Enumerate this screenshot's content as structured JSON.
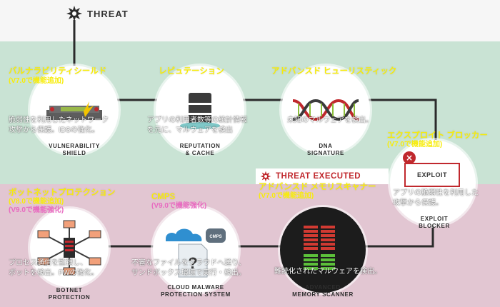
{
  "header": {
    "threat_label": "THREAT"
  },
  "banner": {
    "threat_executed": "THREAT EXECUTED"
  },
  "nodes": {
    "vulnerability_shield": {
      "title": "バルナラビリティシールド",
      "version": "(V7.0で機能追加)",
      "desc_lines": [
        "脆弱性を利用したネットワーク",
        "攻撃から保護。IDSの強化。"
      ],
      "icon_label_lines": [
        "VULNERABILITY",
        "SHIELD"
      ]
    },
    "reputation": {
      "title": "レピュテーション",
      "desc_lines": [
        "アプリの利用者数等の統計情報",
        "を元に、マルウェアを検出"
      ],
      "icon_label_lines": [
        "REPUTATION",
        "& CACHE"
      ]
    },
    "dna": {
      "title": "アドバンスド ヒューリスティック",
      "desc_lines": [
        "未知のマルウェアを検出。"
      ],
      "icon_label_lines": [
        "DNA",
        "SIGNATURE"
      ]
    },
    "exploit_blocker": {
      "title": "エクスプロイト ブロッカー",
      "version": "(V7.0で機能追加)",
      "desc_lines": [
        "アプリの脆弱性を利用した",
        "攻撃から保護。"
      ],
      "icon_label_lines": [
        "EXPLOIT",
        "BLOCKER"
      ],
      "box_label": "EXPLOIT"
    },
    "botnet": {
      "title": "ボットネットプロテクション",
      "version": "(V8.0で機能追加)",
      "version2": "(V9.0で機能強化)",
      "desc_lines": [
        "プロセス通信を監視し、",
        "ボットを検出。FWの強化。"
      ],
      "icon_label_lines": [
        "BOTNET",
        "PROTECTION"
      ]
    },
    "cmps": {
      "title": "CMPS",
      "version": "(V9.0で機能強化)",
      "desc_lines": [
        "不審なファイルをクラウドへ送り、",
        "サンドボックス環境で実行・検出。"
      ],
      "icon_label_lines": [
        "CLOUD MALWARE",
        "PROTECTION SYSTEM"
      ],
      "cloud_label": "CMPS"
    },
    "memory_scanner": {
      "title": "アドバンスド メモリスキャナー",
      "version": "(V7.0で機能追加)",
      "desc_lines": [
        "難読化されたマルウェアを検出。"
      ],
      "icon_label_lines": [
        "ADVANCED",
        "MEMORY SCANNER"
      ]
    }
  },
  "colors": {
    "title_yellow": "#f7ec0b",
    "version_pink": "#e86ac0",
    "threat_red": "#c0282d",
    "line_dark": "#2b2b2b",
    "top_band": "#c9e3d4",
    "bottom_band": "#e2c6d2"
  }
}
